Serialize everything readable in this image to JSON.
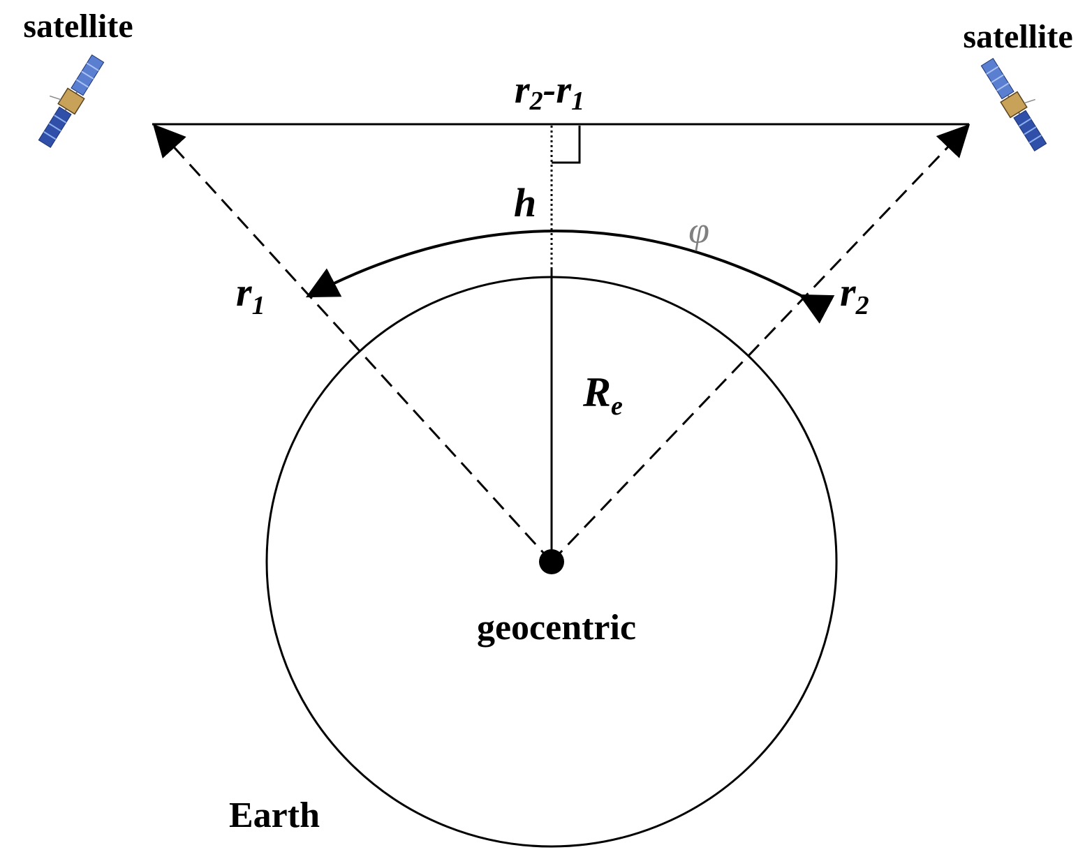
{
  "labels": {
    "satellite_left": "satellite",
    "satellite_right": "satellite",
    "baseline": {
      "a": "r",
      "a_sub": "2",
      "sep": "-",
      "b": "r",
      "b_sub": "1"
    },
    "height": "h",
    "angle": "φ",
    "r1": {
      "main": "r",
      "sub": "1"
    },
    "r2": {
      "main": "r",
      "sub": "2"
    },
    "radius": {
      "main": "R",
      "sub": "e"
    },
    "center": "geocentric",
    "earth": "Earth"
  },
  "icons": {
    "satellite": "satellite-icon"
  },
  "colors": {
    "line": "#000000",
    "angle_label": "#808080",
    "panel_dark": "#2f4fa8",
    "panel_light": "#5b7fd0",
    "body_gold": "#c9a25a"
  }
}
